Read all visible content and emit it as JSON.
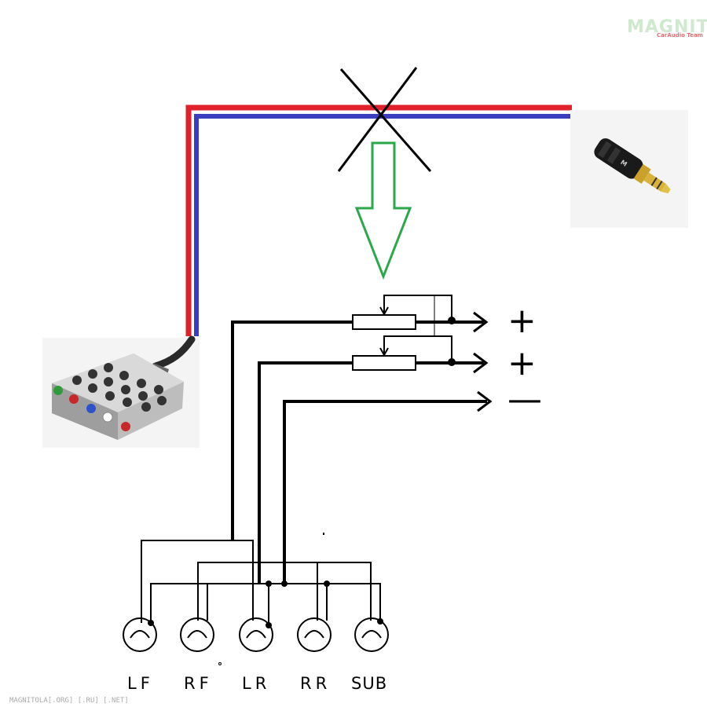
{
  "watermark": {
    "brand": "MAGNITOLA",
    "subtitle": "CarAudio Team",
    "colors": {
      "brand": "#cfe9cf",
      "accent": "#e07070"
    }
  },
  "footer_text": "MAGNITOLA[.ORG] [.RU] [.NET]",
  "outputs": {
    "plus_top": "+",
    "plus_bottom": "+",
    "minus": "—"
  },
  "connectors": [
    {
      "id": "lf",
      "label": "LF"
    },
    {
      "id": "rf",
      "label": "RF"
    },
    {
      "id": "lr",
      "label": "LR"
    },
    {
      "id": "rr",
      "label": "RR"
    },
    {
      "id": "sub",
      "label": "SUB"
    }
  ],
  "pictures": {
    "splitter": "rca-splitter-block",
    "plug": "3.5mm-jack-plug"
  },
  "colors": {
    "wire_red": "#e0202a",
    "wire_blue": "#3b3fbf",
    "arrow_green": "#2aa84a",
    "line": "#000000"
  }
}
